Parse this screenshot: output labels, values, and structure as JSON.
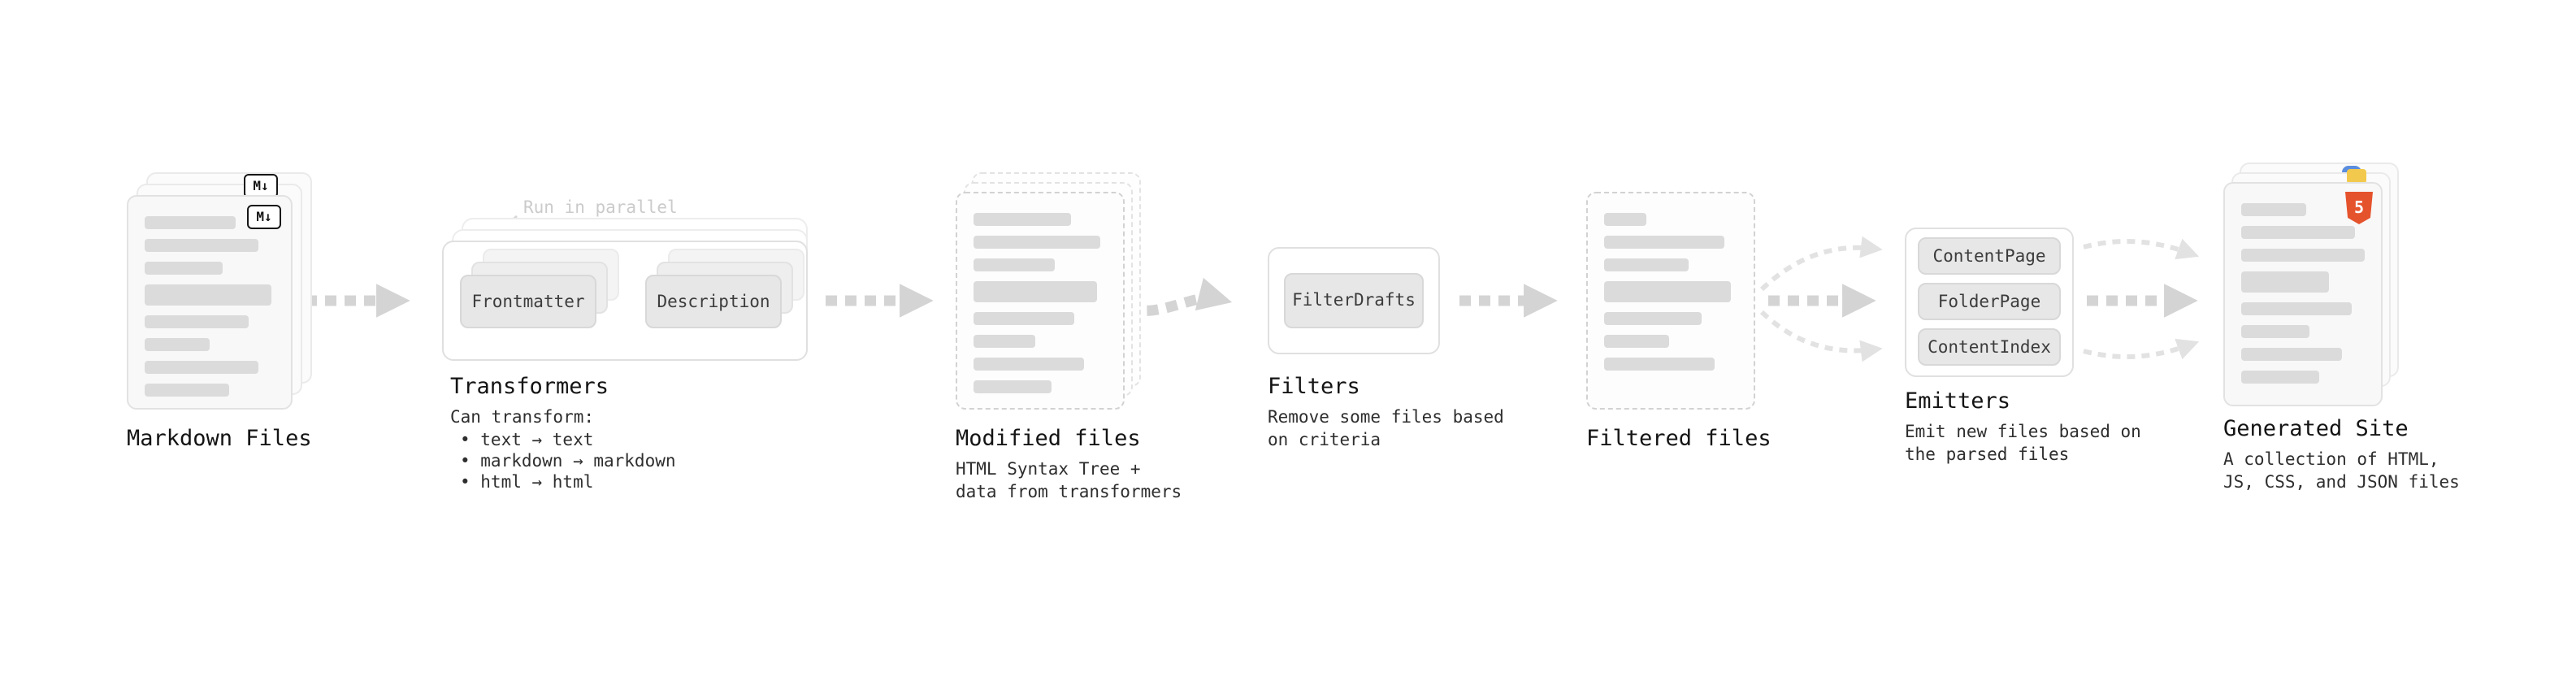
{
  "nodes": {
    "markdown_files": {
      "label": "Markdown Files"
    },
    "transformers": {
      "label": "Transformers",
      "note": "Run in parallel",
      "chips": [
        "Frontmatter",
        "Description"
      ],
      "desc_title": "Can transform:",
      "bullets": [
        "• text → text",
        "• markdown → markdown",
        "• html → html"
      ]
    },
    "modified_files": {
      "label": "Modified files",
      "description": "HTML Syntax Tree +\ndata from transformers"
    },
    "filters": {
      "label": "Filters",
      "chips": [
        "FilterDrafts"
      ],
      "description": "Remove some files based\non criteria"
    },
    "filtered_files": {
      "label": "Filtered files"
    },
    "emitters": {
      "label": "Emitters",
      "chips": [
        "ContentPage",
        "FolderPage",
        "ContentIndex"
      ],
      "description": "Emit new files based on\nthe parsed files"
    },
    "generated_site": {
      "label": "Generated Site",
      "description": "A collection of HTML,\nJS, CSS, and JSON files"
    }
  },
  "icons": {
    "markdown_icon": "M↓",
    "html5_icon": "5"
  },
  "colors": {
    "arrow": "#d4d4d4",
    "arrow_light": "#e2e2e2",
    "html5_badge": "#e5532d",
    "js_badge": "#f2c94c",
    "css_badge": "#5b8ede"
  }
}
